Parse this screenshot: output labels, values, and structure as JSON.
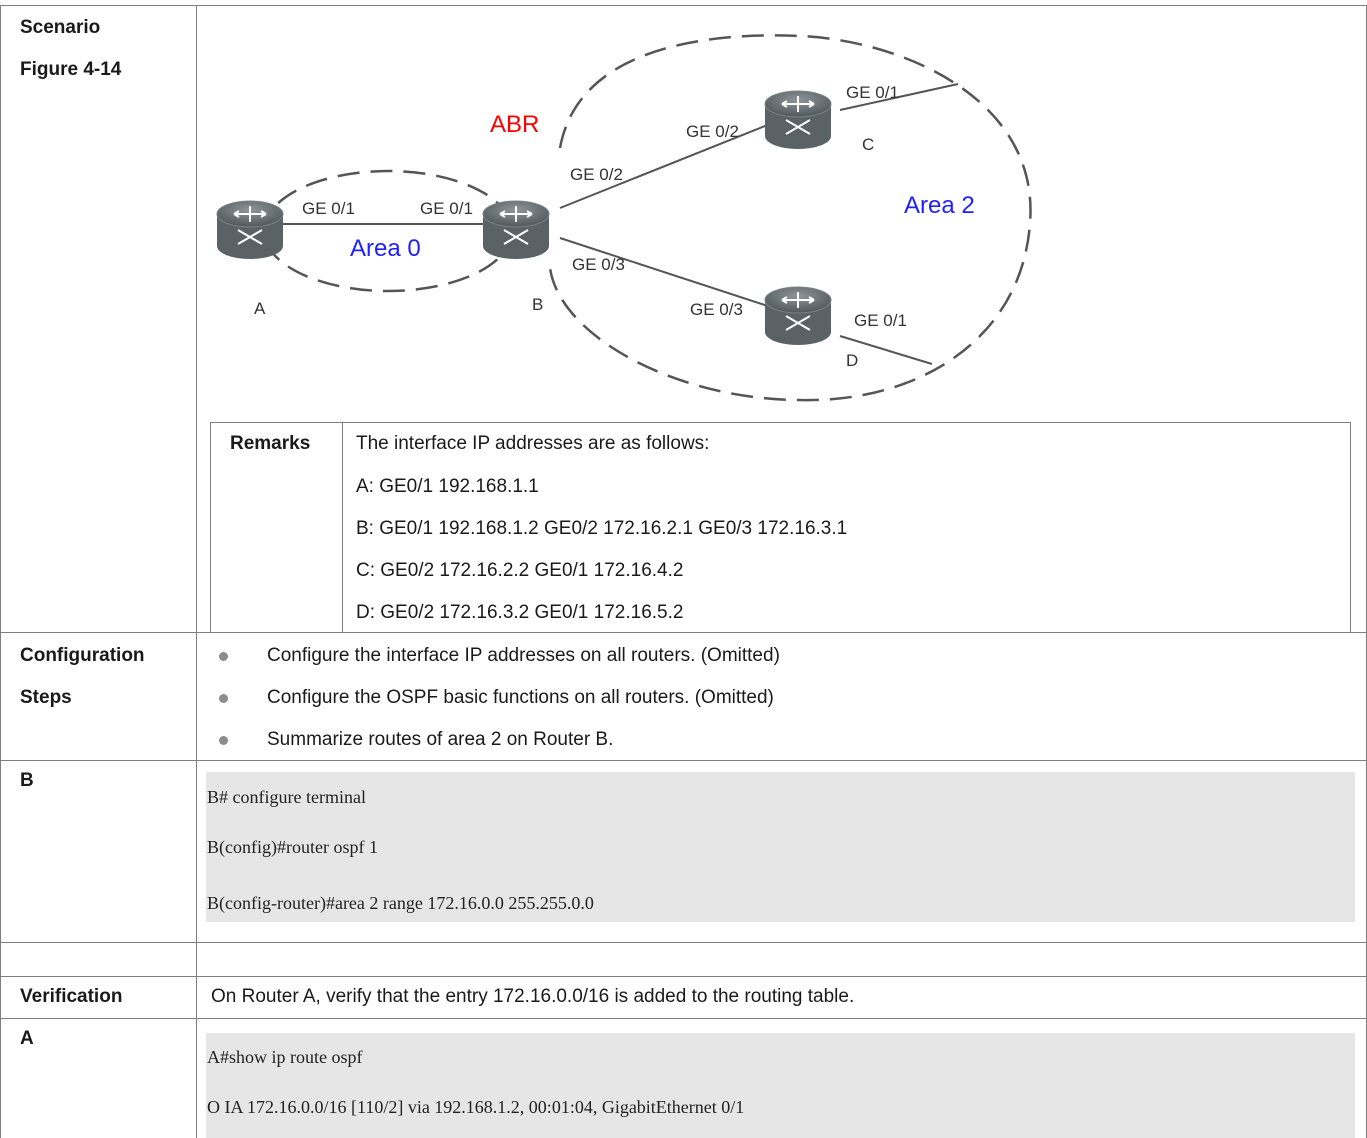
{
  "labels": {
    "scenario": "Scenario",
    "figure": "Figure 4-14",
    "config_steps_1": "Configuration",
    "config_steps_2": "Steps",
    "router_b": "B",
    "verification": "Verification",
    "router_a": "A"
  },
  "figure": {
    "abr": "ABR",
    "area0": "Area 0",
    "area2": "Area 2",
    "routers": {
      "a": "A",
      "b": "B",
      "c": "C",
      "d": "D"
    },
    "ports": {
      "a_ge01": "GE 0/1",
      "b_ge01": "GE 0/1",
      "b_ge02": "GE 0/2",
      "b_ge03": "GE 0/3",
      "c_ge02": "GE 0/2",
      "c_ge01": "GE 0/1",
      "d_ge03": "GE 0/3",
      "d_ge01": "GE 0/1"
    },
    "colors": {
      "abr": "#ff0000",
      "area": "#1f1fff",
      "line": "#555555"
    }
  },
  "remarks": {
    "label": "Remarks",
    "lines": [
      "The interface IP addresses are as follows:",
      "A: GE0/1 192.168.1.1",
      "B: GE0/1 192.168.1.2 GE0/2 172.16.2.1 GE0/3 172.16.3.1",
      "C: GE0/2 172.16.2.2 GE0/1 172.16.4.2",
      "D: GE0/2 172.16.3.2 GE0/1 172.16.5.2"
    ]
  },
  "steps": [
    "Configure the interface IP addresses on all routers. (Omitted)",
    "Configure the OSPF basic functions on all routers. (Omitted)",
    "Summarize routes of area 2 on Router B."
  ],
  "code_b": [
    "B# configure terminal",
    "B(config)#router ospf 1",
    "B(config-router)#area 2 range 172.16.0.0 255.255.0.0"
  ],
  "verification_text": "On Router A, verify that the entry 172.16.0.0/16 is added to the routing table.",
  "code_a": [
    "A#show ip route ospf",
    "O IA 172.16.0.0/16 [110/2] via 192.168.1.2, 00:01:04, GigabitEthernet 0/1"
  ]
}
